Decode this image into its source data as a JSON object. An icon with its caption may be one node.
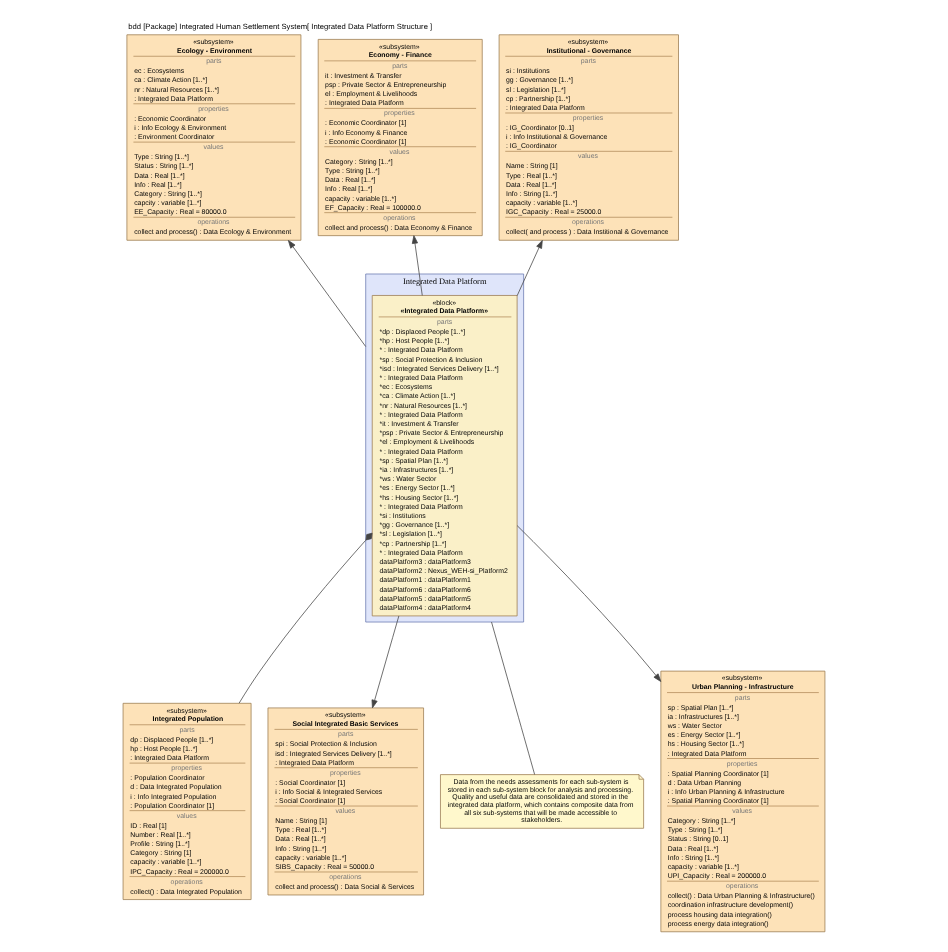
{
  "diagram": {
    "title": "bdd [Package] Integrated Human Settlement System[ Integrated Data Platform Structure ]",
    "nodes": [
      {
        "text": [
          "«subsystem»",
          "Ecology - Environment",
          "parts",
          "ec : Ecosystems",
          "ca : Climate Action [1..*]",
          "nr : Natural Resources [1..*]",
          ": Integrated Data Platform",
          "properties",
          ": Economic Coordinator",
          "i : Info Ecology & Environment",
          ": Environment Coordinator",
          "values",
          "Type : String [1..*]",
          "Status : String [1..*]",
          "Data : Real [1..*]",
          "Info : Real [1..*]",
          "Category : String [1..*]",
          "capcity : variable [1..*]",
          "EE_Capacity : Real = 80000.0",
          "operations",
          "collect and process() : Data Ecology & Environment"
        ]
      },
      {
        "text": [
          "«subsystem»",
          "Economy - Finance",
          "parts",
          "it : Investment & Transfer",
          "psp : Private Sector & Entrepreneurship",
          "el : Employment & Livelihoods",
          ": Integrated Data Platform",
          "properties",
          ": Economic Coordinator [1]",
          "i : Info Economy & Finance",
          ": Economic Coordinator [1]",
          "values",
          "Category : String [1..*]",
          "Type : String [1..*]",
          "Data : Real [1..*]",
          "Info : Real [1..*]",
          "capacity : variable [1..*]",
          "EF_Capacity : Real = 100000.0",
          "operations",
          "collect and process() : Data Economy & Finance"
        ]
      },
      {
        "text": [
          "«subsystem»",
          "Institutional - Governance",
          "parts",
          "si : Institutions",
          "gg : Governance [1..*]",
          "sl : Legislation [1..*]",
          "cp : Partnership [1..*]",
          ": Integrated Data Platform",
          "properties",
          ": IG_Coordinator [0..1]",
          "i : Info Institutional & Governance",
          ": IG_Coordinator",
          "values",
          "Name : String [1]",
          "Type : Real [1..*]",
          "Data : Real [1..*]",
          "Info : String [1..*]",
          "capacity : variable [1..*]",
          "IGC_Capacity : Real = 25000.0",
          "operations",
          "collect( and process ) : Data Institional & Governance"
        ]
      },
      {
        "text": [
          "Integrated Data Platform"
        ]
      },
      {
        "text": [
          "«block»",
          "«Integrated Data Platform»",
          "parts",
          "*dp : Displaced People [1..*]",
          "*hp : Host People [1..*]",
          "* : Integrated Data Platform",
          "*sp : Social Protection & Inclusion",
          "*isd : Integrated Services Delivery [1..*]",
          "* : Integrated Data Platform",
          "*ec : Ecosystems",
          "*ca : Climate Action [1..*]",
          "*nr : Natural Resources [1..*]",
          "* : Integrated Data Platform",
          "*it : Investment & Transfer",
          "*psp : Private Sector & Entrepreneurship",
          "*el : Employment & Livelihoods",
          "* : Integrated Data Platform",
          "*sp : Spatial Plan [1..*]",
          "*ia : Infrastructures [1..*]",
          "*ws : Water Sector",
          "*es : Energy Sector [1..*]",
          "*hs : Housing Sector [1..*]",
          "* : Integrated Data Platform",
          "*si : Institutions",
          "*gg : Governance [1..*]",
          "*sl : Legislation [1..*]",
          "*cp : Partnership [1..*]",
          "* : Integrated Data Platform",
          "dataPlatform3 : dataPlatform3",
          "dataPlatform2 : Nexus_WEH-si_Platform2",
          "dataPlatform1 : dataPlatform1",
          "dataPlatform6 : dataPlatform6",
          "dataPlatform5 : dataPlatform5",
          "dataPlatform4 : dataPlatform4"
        ],
        "in": 3
      },
      {
        "text": [
          "«subsystem»",
          "Integrated Population",
          "parts",
          "dp : Displaced People [1..*]",
          "hp : Host People [1..*]",
          ": Integrated Data Platform",
          "properties",
          ": Population Coordinator",
          "d : Data Integrated Population",
          "i : Info Integrated Population",
          ": Population Coordinator [1]",
          "values",
          "ID : Real [1]",
          "Number : Real [1..*]",
          "Profile : String [1..*]",
          "Category : String [1]",
          "capacity : variable [1..*]",
          "IPC_Capacity : Real = 200000.0",
          "operations",
          "collect() : Data Integrated Population"
        ]
      },
      {
        "text": [
          "«subsystem»",
          "Social Integrated Basic Services",
          "parts",
          "spi : Social Protection & Inclusion",
          "isd : Integrated Services Delivery [1..*]",
          ": Integrated Data Platform",
          "properties",
          ": Social Coordinator [1]",
          "i : Info Social & Integrated Services",
          ": Social Coordinator [1]",
          "values",
          "Name : String [1]",
          "Type : Real [1..*]",
          "Data : Real [1..*]",
          "Info : String [1..*]",
          "capacity : variable [1..*]",
          "SIBS_Capacity : Real = 50000.0",
          "operations",
          "collect and process() : Data Social & Services"
        ]
      },
      {
        "text": [
          "«subsystem»",
          "Urban Planning - Infrastructure",
          "parts",
          "sp : Spatial Plan [1..*]",
          "ia : Infrastructures [1..*]",
          "ws : Water Sector",
          "es : Energy Sector [1..*]",
          "hs : Housing Sector [1..*]",
          ": Integrated Data Platform",
          "properties",
          ": Spatial Planning Coordinator [1]",
          "d : Data Urban Planning",
          "i : Info Urban Planning & Infrastructure",
          ": Spatial Planning Coordinator [1]",
          "values",
          "Category : String [1..*]",
          "Type : String [1..*]",
          "Status : String [0..1]",
          "Data : Real [1..*]",
          "Info : String [1..*]",
          "capacity : variable [1..*]",
          "UPI_Capacity : Real = 200000.0",
          "operations",
          "collect() : Data Urban Planning & Infrastructure()",
          "coordination infrastructure development()",
          "process housing data integration()",
          "process energy data integration()"
        ]
      },
      {
        "text": [
          "Data from the needs assessments for each sub-system is stored in each sub-system block for analysis and processing. Quality and useful data are consolidated and stored in the integrated data platform, which contains composite data from all six sub-systems that will be made accessible to stakeholders."
        ]
      }
    ],
    "edges": [
      {
        "from": 3,
        "to": 0,
        "arrow": "to"
      },
      {
        "from": 4,
        "to": 1,
        "arrow": "to"
      },
      {
        "from": 4,
        "to": 2,
        "arrow": "to"
      },
      {
        "from": 4,
        "to": 5,
        "arrow": "other"
      },
      {
        "from": 4,
        "to": 6,
        "arrow": "to"
      },
      {
        "from": 4,
        "to": 7,
        "arrow": "to"
      },
      {
        "from": 3,
        "to": 8,
        "arrow": "none"
      }
    ]
  }
}
